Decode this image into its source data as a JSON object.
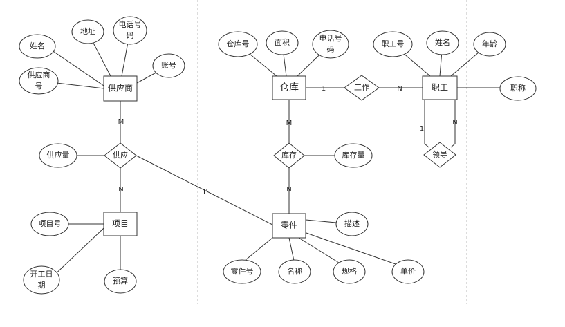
{
  "diagram": {
    "entities": {
      "supplier": "供应商",
      "project": "项目",
      "warehouse": "仓库",
      "part": "零件",
      "employee": "职工"
    },
    "relationships": {
      "supply": "供应",
      "stock": "库存",
      "work": "工作",
      "lead": "领导"
    },
    "attributes": {
      "supplier_name": "姓名",
      "supplier_address": "地址",
      "supplier_phone": [
        "电话号",
        "码"
      ],
      "supplier_account": "账号",
      "supplier_id": [
        "供应商",
        "号"
      ],
      "supply_quantity": "供应量",
      "project_id": "项目号",
      "project_start": [
        "开工日",
        "期"
      ],
      "project_budget": "预算",
      "warehouse_id": "仓库号",
      "warehouse_area": "面积",
      "warehouse_phone": [
        "电话号",
        "码"
      ],
      "stock_quantity": "库存量",
      "part_id": "零件号",
      "part_name": "名称",
      "part_spec": "规格",
      "part_price": "单价",
      "part_desc": "描述",
      "emp_id": "职工号",
      "emp_name": "姓名",
      "emp_age": "年龄",
      "emp_title": "职称"
    },
    "cardinalities": {
      "supplier_supply": "M",
      "supply_project": "N",
      "supply_part": "P",
      "warehouse_stock": "M",
      "stock_part": "N",
      "warehouse_work": "1",
      "work_employee": "N",
      "lead_left": "1",
      "lead_right": "N"
    }
  }
}
